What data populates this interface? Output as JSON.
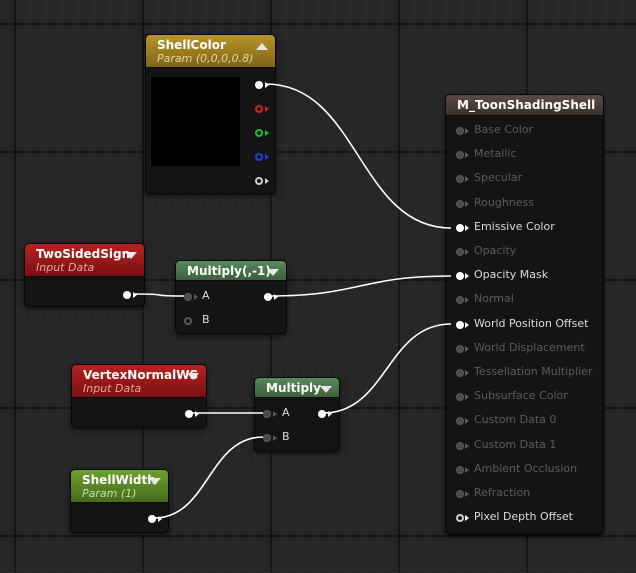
{
  "nodes": {
    "shell_color": {
      "title": "ShellColor",
      "subtitle": "Param (0,0,0,0.8)",
      "swatch_color": "#000000",
      "pin_colors": [
        "#ffffff",
        "#d92020",
        "#20c020",
        "#2040e0",
        "#c8c8c8"
      ]
    },
    "two_sided_sign": {
      "title": "TwoSidedSign",
      "subtitle": "Input Data"
    },
    "multiply_neg": {
      "title": "Multiply(,-1)",
      "input_a": "A",
      "input_b": "B"
    },
    "vertex_normal": {
      "title": "VertexNormalWS",
      "subtitle": "Input Data"
    },
    "multiply": {
      "title": "Multiply",
      "input_a": "A",
      "input_b": "B"
    },
    "shell_width": {
      "title": "ShellWidth",
      "subtitle": "Param (1)"
    },
    "material": {
      "title": "M_ToonShadingShell",
      "inputs": [
        {
          "label": "Base Color",
          "active": false
        },
        {
          "label": "Metallic",
          "active": false
        },
        {
          "label": "Specular",
          "active": false
        },
        {
          "label": "Roughness",
          "active": false
        },
        {
          "label": "Emissive Color",
          "active": true
        },
        {
          "label": "Opacity",
          "active": false
        },
        {
          "label": "Opacity Mask",
          "active": true
        },
        {
          "label": "Normal",
          "active": false
        },
        {
          "label": "World Position Offset",
          "active": true
        },
        {
          "label": "World Displacement",
          "active": false
        },
        {
          "label": "Tessellation Multiplier",
          "active": false
        },
        {
          "label": "Subsurface Color",
          "active": false
        },
        {
          "label": "Custom Data 0",
          "active": false
        },
        {
          "label": "Custom Data 1",
          "active": false
        },
        {
          "label": "Ambient Occlusion",
          "active": false
        },
        {
          "label": "Refraction",
          "active": false
        },
        {
          "label": "Pixel Depth Offset",
          "active": true
        }
      ]
    }
  },
  "colors": {
    "param_header": "#a88a2a",
    "input_data_header": "#a81c1c",
    "math_header": "#4f7a4f",
    "param_green_header": "#5f8a2c",
    "material_header": "#4a3f3a",
    "wire": "#ffffff",
    "canvas": "#262626"
  }
}
